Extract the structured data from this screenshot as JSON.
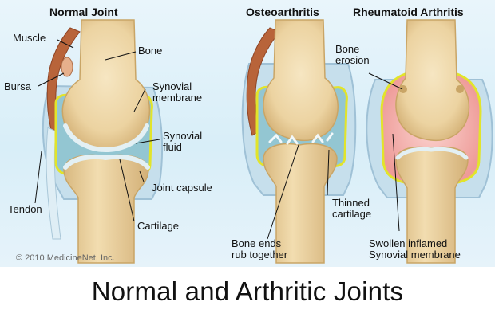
{
  "title": "Normal and Arthritic Joints",
  "copyright": "© 2010 MedicineNet, Inc.",
  "panels": {
    "normal": {
      "title": "Normal Joint",
      "labels": {
        "muscle": "Muscle",
        "bursa": "Bursa",
        "tendon": "Tendon",
        "bone": "Bone",
        "synovial_membrane_1": "Synovial",
        "synovial_membrane_2": "membrane",
        "synovial_fluid_1": "Synovial",
        "synovial_fluid_2": "fluid",
        "joint_capsule": "Joint capsule",
        "cartilage": "Cartilage"
      }
    },
    "osteoarthritis": {
      "title": "Osteoarthritis",
      "labels": {
        "thinned_cartilage_1": "Thinned",
        "thinned_cartilage_2": "cartilage",
        "bone_ends_1": "Bone ends",
        "bone_ends_2": "rub together"
      }
    },
    "rheumatoid": {
      "title": "Rheumatoid Arthritis",
      "labels": {
        "bone_erosion_1": "Bone",
        "bone_erosion_2": "erosion",
        "swollen_1": "Swollen inflamed",
        "swollen_2": "Synovial membrane"
      }
    }
  },
  "colors": {
    "bone": "#ecd3a1",
    "bone_shadow": "#c9a566",
    "cartilage": "#cfe6ee",
    "synovial_fluid": "#8fc5d0",
    "membrane": "#e2e42a",
    "capsule": "#b9d6e6",
    "muscle": "#b8643a",
    "inflamed": "#f1a2a0"
  }
}
